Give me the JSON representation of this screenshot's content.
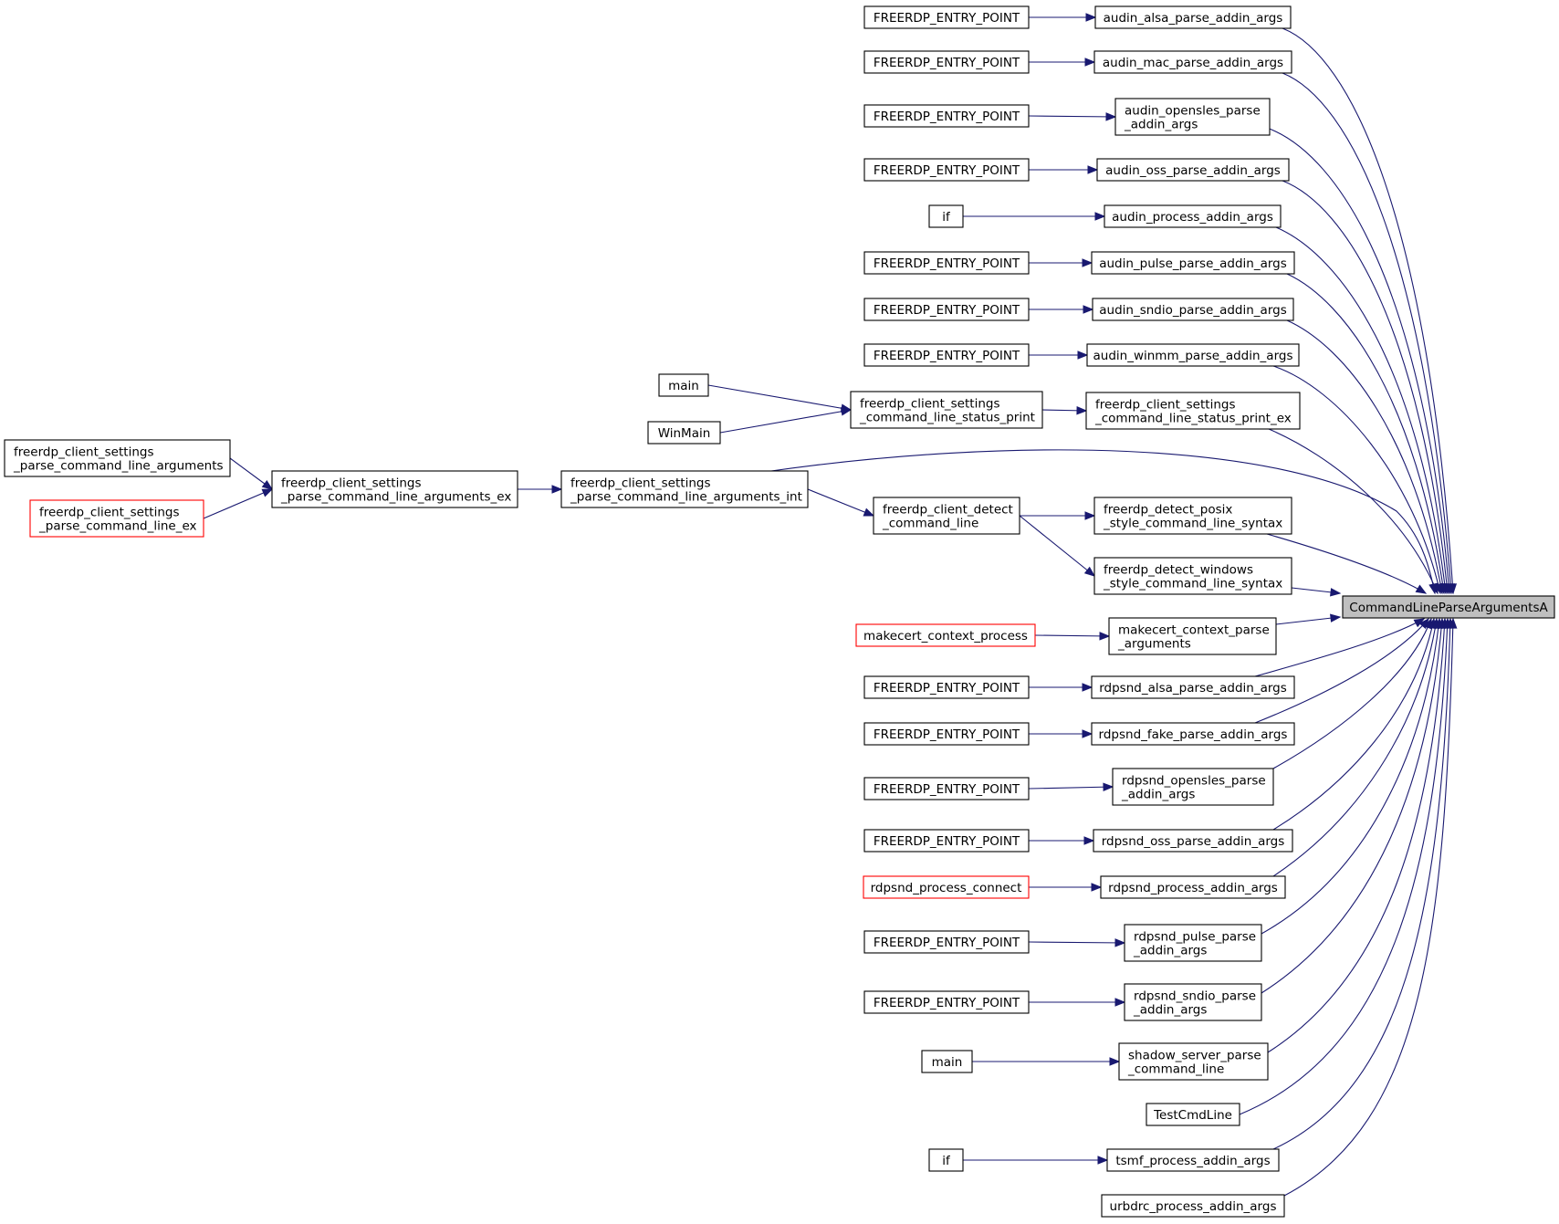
{
  "diagram": {
    "title": "",
    "focus": "CommandLineParseArgumentsA",
    "nodes": [
      {
        "id": "focus",
        "lines": [
          "CommandLineParseArgumentsA"
        ],
        "style": "focus"
      },
      {
        "id": "alsa",
        "lines": [
          "audin_alsa_parse_addin_args"
        ],
        "style": "normal"
      },
      {
        "id": "mac",
        "lines": [
          "audin_mac_parse_addin_args"
        ],
        "style": "normal"
      },
      {
        "id": "opensles",
        "lines": [
          "audin_opensles_parse",
          "_addin_args"
        ],
        "style": "normal"
      },
      {
        "id": "oss",
        "lines": [
          "audin_oss_parse_addin_args"
        ],
        "style": "normal"
      },
      {
        "id": "process",
        "lines": [
          "audin_process_addin_args"
        ],
        "style": "normal"
      },
      {
        "id": "pulse",
        "lines": [
          "audin_pulse_parse_addin_args"
        ],
        "style": "normal"
      },
      {
        "id": "sndio",
        "lines": [
          "audin_sndio_parse_addin_args"
        ],
        "style": "normal"
      },
      {
        "id": "winmm",
        "lines": [
          "audin_winmm_parse_addin_args"
        ],
        "style": "normal"
      },
      {
        "id": "statusex",
        "lines": [
          "freerdp_client_settings",
          "_command_line_status_print_ex"
        ],
        "style": "normal"
      },
      {
        "id": "statusprint",
        "lines": [
          "freerdp_client_settings",
          "_command_line_status_print"
        ],
        "style": "normal"
      },
      {
        "id": "main1",
        "lines": [
          "main"
        ],
        "style": "normal"
      },
      {
        "id": "winmain",
        "lines": [
          "WinMain"
        ],
        "style": "normal"
      },
      {
        "id": "argsint",
        "lines": [
          "freerdp_client_settings",
          "_parse_command_line_arguments_int"
        ],
        "style": "normal"
      },
      {
        "id": "argsex",
        "lines": [
          "freerdp_client_settings",
          "_parse_command_line_arguments_ex"
        ],
        "style": "normal"
      },
      {
        "id": "args",
        "lines": [
          "freerdp_client_settings",
          "_parse_command_line_arguments"
        ],
        "style": "normal"
      },
      {
        "id": "lineex",
        "lines": [
          "freerdp_client_settings",
          "_parse_command_line_ex"
        ],
        "style": "truncated"
      },
      {
        "id": "detect",
        "lines": [
          "freerdp_client_detect",
          "_command_line"
        ],
        "style": "normal"
      },
      {
        "id": "posix",
        "lines": [
          "freerdp_detect_posix",
          "_style_command_line_syntax"
        ],
        "style": "normal"
      },
      {
        "id": "windows",
        "lines": [
          "freerdp_detect_windows",
          "_style_command_line_syntax"
        ],
        "style": "normal"
      },
      {
        "id": "makecert",
        "lines": [
          "makecert_context_parse",
          "_arguments"
        ],
        "style": "normal"
      },
      {
        "id": "makecertproc",
        "lines": [
          "makecert_context_process"
        ],
        "style": "truncated"
      },
      {
        "id": "ralsa",
        "lines": [
          "rdpsnd_alsa_parse_addin_args"
        ],
        "style": "normal"
      },
      {
        "id": "rfake",
        "lines": [
          "rdpsnd_fake_parse_addin_args"
        ],
        "style": "normal"
      },
      {
        "id": "ropensles",
        "lines": [
          "rdpsnd_opensles_parse",
          "_addin_args"
        ],
        "style": "normal"
      },
      {
        "id": "ross",
        "lines": [
          "rdpsnd_oss_parse_addin_args"
        ],
        "style": "normal"
      },
      {
        "id": "rprocess",
        "lines": [
          "rdpsnd_process_addin_args"
        ],
        "style": "normal"
      },
      {
        "id": "rconnect",
        "lines": [
          "rdpsnd_process_connect"
        ],
        "style": "truncated"
      },
      {
        "id": "rpulse",
        "lines": [
          "rdpsnd_pulse_parse",
          "_addin_args"
        ],
        "style": "normal"
      },
      {
        "id": "rsndio",
        "lines": [
          "rdpsnd_sndio_parse",
          "_addin_args"
        ],
        "style": "normal"
      },
      {
        "id": "shadow",
        "lines": [
          "shadow_server_parse",
          "_command_line"
        ],
        "style": "normal"
      },
      {
        "id": "main2",
        "lines": [
          "main"
        ],
        "style": "normal"
      },
      {
        "id": "testcmd",
        "lines": [
          "TestCmdLine"
        ],
        "style": "normal"
      },
      {
        "id": "tsmf",
        "lines": [
          "tsmf_process_addin_args"
        ],
        "style": "normal"
      },
      {
        "id": "urbdrc",
        "lines": [
          "urbdrc_process_addin_args"
        ],
        "style": "normal"
      },
      {
        "id": "ep1",
        "lines": [
          "FREERDP_ENTRY_POINT"
        ],
        "style": "normal"
      },
      {
        "id": "ep2",
        "lines": [
          "FREERDP_ENTRY_POINT"
        ],
        "style": "normal"
      },
      {
        "id": "ep3",
        "lines": [
          "FREERDP_ENTRY_POINT"
        ],
        "style": "normal"
      },
      {
        "id": "ep4",
        "lines": [
          "FREERDP_ENTRY_POINT"
        ],
        "style": "normal"
      },
      {
        "id": "if1",
        "lines": [
          "if"
        ],
        "style": "normal"
      },
      {
        "id": "ep5",
        "lines": [
          "FREERDP_ENTRY_POINT"
        ],
        "style": "normal"
      },
      {
        "id": "ep6",
        "lines": [
          "FREERDP_ENTRY_POINT"
        ],
        "style": "normal"
      },
      {
        "id": "ep7",
        "lines": [
          "FREERDP_ENTRY_POINT"
        ],
        "style": "normal"
      },
      {
        "id": "ep8",
        "lines": [
          "FREERDP_ENTRY_POINT"
        ],
        "style": "normal"
      },
      {
        "id": "ep9",
        "lines": [
          "FREERDP_ENTRY_POINT"
        ],
        "style": "normal"
      },
      {
        "id": "ep10",
        "lines": [
          "FREERDP_ENTRY_POINT"
        ],
        "style": "normal"
      },
      {
        "id": "ep11",
        "lines": [
          "FREERDP_ENTRY_POINT"
        ],
        "style": "normal"
      },
      {
        "id": "ep12",
        "lines": [
          "FREERDP_ENTRY_POINT"
        ],
        "style": "normal"
      },
      {
        "id": "ep13",
        "lines": [
          "FREERDP_ENTRY_POINT"
        ],
        "style": "normal"
      },
      {
        "id": "if2",
        "lines": [
          "if"
        ],
        "style": "normal"
      }
    ],
    "edges": [
      {
        "from": "alsa",
        "to": "focus"
      },
      {
        "from": "mac",
        "to": "focus"
      },
      {
        "from": "opensles",
        "to": "focus"
      },
      {
        "from": "oss",
        "to": "focus"
      },
      {
        "from": "process",
        "to": "focus"
      },
      {
        "from": "pulse",
        "to": "focus"
      },
      {
        "from": "sndio",
        "to": "focus"
      },
      {
        "from": "winmm",
        "to": "focus"
      },
      {
        "from": "statusex",
        "to": "focus"
      },
      {
        "from": "argsint",
        "to": "focus"
      },
      {
        "from": "posix",
        "to": "focus"
      },
      {
        "from": "windows",
        "to": "focus"
      },
      {
        "from": "makecert",
        "to": "focus"
      },
      {
        "from": "ralsa",
        "to": "focus"
      },
      {
        "from": "rfake",
        "to": "focus"
      },
      {
        "from": "ropensles",
        "to": "focus"
      },
      {
        "from": "ross",
        "to": "focus"
      },
      {
        "from": "rprocess",
        "to": "focus"
      },
      {
        "from": "rpulse",
        "to": "focus"
      },
      {
        "from": "rsndio",
        "to": "focus"
      },
      {
        "from": "shadow",
        "to": "focus"
      },
      {
        "from": "testcmd",
        "to": "focus"
      },
      {
        "from": "tsmf",
        "to": "focus"
      },
      {
        "from": "urbdrc",
        "to": "focus"
      },
      {
        "from": "ep1",
        "to": "alsa"
      },
      {
        "from": "ep2",
        "to": "mac"
      },
      {
        "from": "ep3",
        "to": "opensles"
      },
      {
        "from": "ep4",
        "to": "oss"
      },
      {
        "from": "if1",
        "to": "process"
      },
      {
        "from": "ep5",
        "to": "pulse"
      },
      {
        "from": "ep6",
        "to": "sndio"
      },
      {
        "from": "ep7",
        "to": "winmm"
      },
      {
        "from": "statusprint",
        "to": "statusex"
      },
      {
        "from": "main1",
        "to": "statusprint"
      },
      {
        "from": "winmain",
        "to": "statusprint"
      },
      {
        "from": "argsex",
        "to": "argsint"
      },
      {
        "from": "args",
        "to": "argsex"
      },
      {
        "from": "lineex",
        "to": "argsex"
      },
      {
        "from": "argsint",
        "to": "detect"
      },
      {
        "from": "detect",
        "to": "posix"
      },
      {
        "from": "detect",
        "to": "windows"
      },
      {
        "from": "makecertproc",
        "to": "makecert"
      },
      {
        "from": "ep8",
        "to": "ralsa"
      },
      {
        "from": "ep9",
        "to": "rfake"
      },
      {
        "from": "ep10",
        "to": "ropensles"
      },
      {
        "from": "ep11",
        "to": "ross"
      },
      {
        "from": "rconnect",
        "to": "rprocess"
      },
      {
        "from": "ep12",
        "to": "rpulse"
      },
      {
        "from": "ep13",
        "to": "rsndio"
      },
      {
        "from": "main2",
        "to": "shadow"
      },
      {
        "from": "if2",
        "to": "tsmf"
      }
    ]
  }
}
